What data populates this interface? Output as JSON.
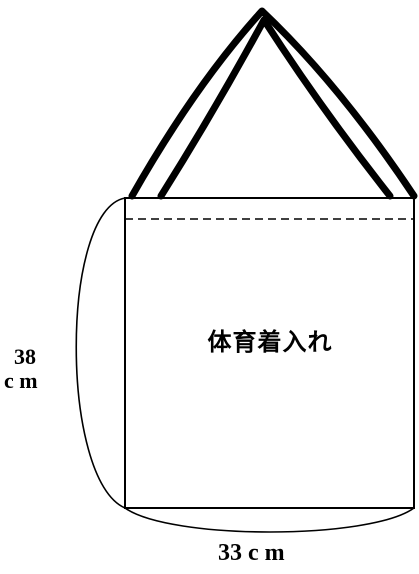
{
  "bag": {
    "label": "体育着入れ"
  },
  "dimensions": {
    "height_value": "38",
    "height_unit": "c m",
    "width_text": "33 c m"
  }
}
